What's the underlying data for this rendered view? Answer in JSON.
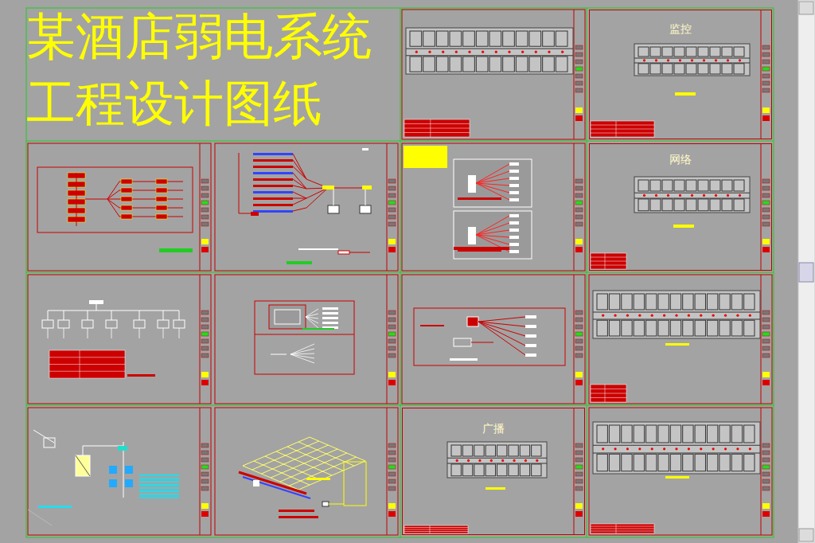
{
  "diagram": {
    "title": "某酒店弱电系统 工程设计图纸",
    "nodes": [
      {
        "text": [
          "监控"
        ]
      },
      {
        "text": [
          "网络"
        ]
      },
      {
        "text": [
          "广播"
        ]
      }
    ]
  }
}
